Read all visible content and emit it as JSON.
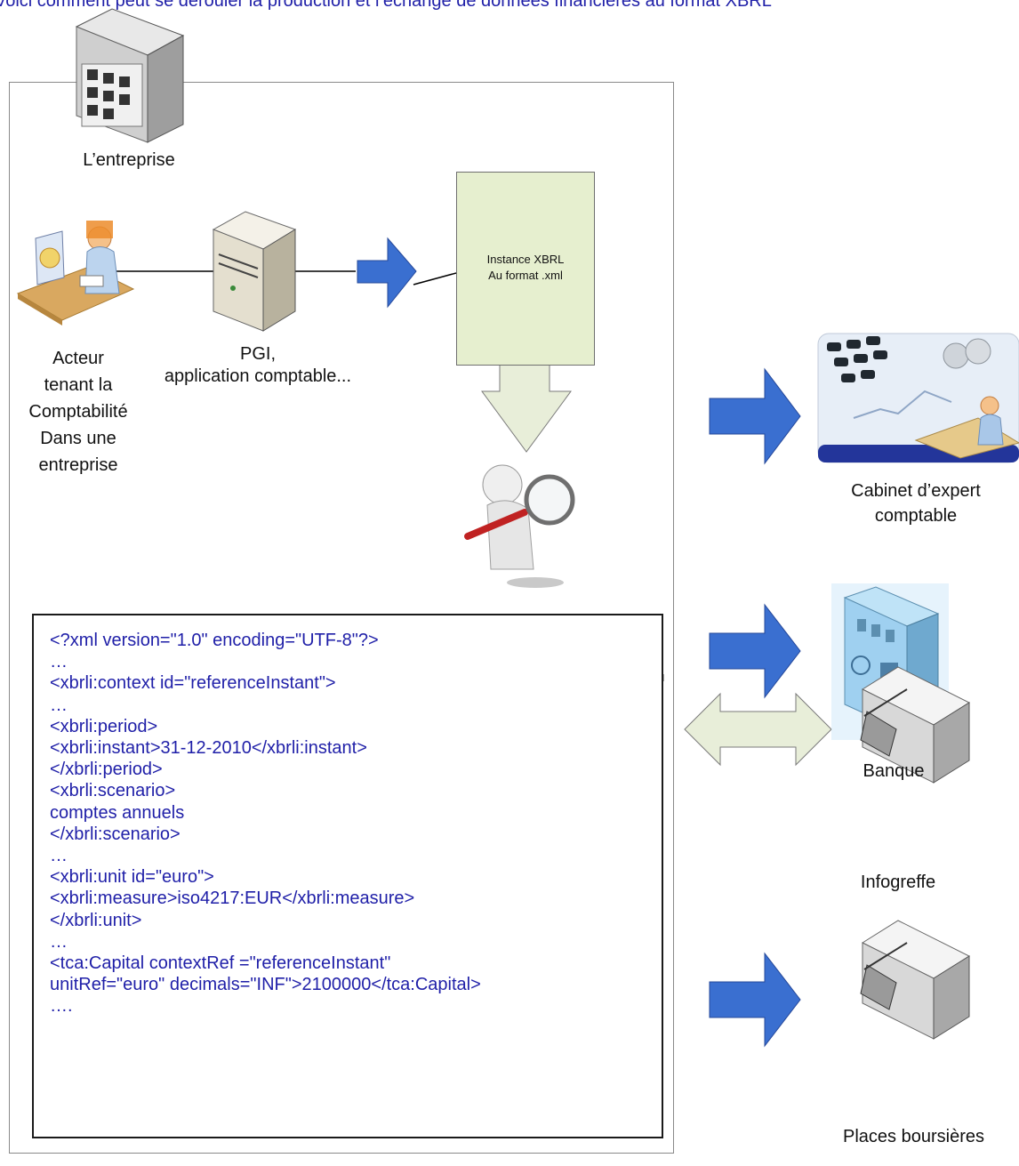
{
  "intro": "Voici comment peut se dérouler la production et l’échange de données financières au format XBRL",
  "labels": {
    "company": "L’entreprise",
    "actor": [
      "Acteur",
      "tenant la",
      "Comptabilité",
      "Dans une",
      "entreprise"
    ],
    "erp": [
      "PGI,",
      "application comptable..."
    ],
    "instance": [
      "Instance XBRL",
      "Au format .xml"
    ],
    "accountant": [
      "Cabinet d’expert",
      "comptable"
    ],
    "bank": "Banque",
    "infogreffe": "Infogreffe",
    "stock": "Places boursières"
  },
  "xml_lines": [
    "<?xml version=\"1.0\" encoding=\"UTF-8\"?>",
    "…",
    "<xbrli:context id=\"referenceInstant\">",
    "…",
    "<xbrli:period>",
    "<xbrli:instant>31-12-2010</xbrli:instant>",
    "</xbrli:period>",
    "<xbrli:scenario>",
    "comptes annuels",
    "</xbrli:scenario>",
    "…",
    "<xbrli:unit id=\"euro\">",
    "<xbrli:measure>iso4217:EUR</xbrli:measure>",
    "</xbrli:unit>",
    "…",
    "<tca:Capital contextRef =\"referenceInstant\"",
    "unitRef=\"euro\" decimals=\"INF\">2100000</tca:Capital>",
    "…."
  ],
  "colors": {
    "arrow_blue": "#3a6fd0",
    "arrow_pale": "#e8eed9",
    "text_blue": "#1f1fa8",
    "doc_fill": "#e6efcf"
  },
  "icons": [
    "office-building-icon",
    "accountant-person-icon",
    "server-icon",
    "magnifier-person-icon",
    "accounting-desk-icon",
    "bank-building-icon",
    "registry-building-icon",
    "stock-exchange-building-icon"
  ]
}
